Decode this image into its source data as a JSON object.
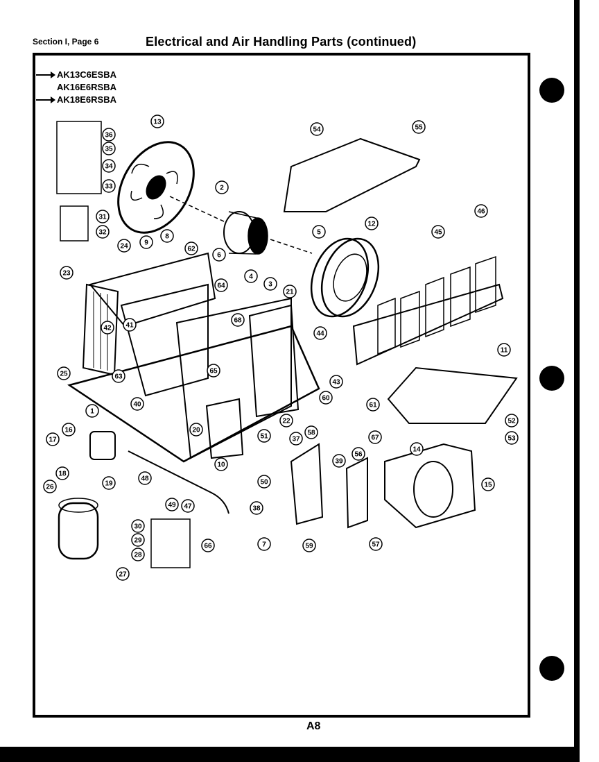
{
  "header": {
    "section": "Section I, Page 6",
    "title": "Electrical and Air Handling Parts (continued)"
  },
  "models": [
    {
      "label": "AK13C6ESBA",
      "arrow": true
    },
    {
      "label": "AK16E6RSBA",
      "arrow": false
    },
    {
      "label": "AK18E6RSBA",
      "arrow": true
    }
  ],
  "page_number": "A8",
  "callouts": [
    "1",
    "2",
    "3",
    "4",
    "5",
    "6",
    "7",
    "8",
    "9",
    "10",
    "11",
    "12",
    "13",
    "14",
    "15",
    "16",
    "17",
    "18",
    "19",
    "20",
    "21",
    "22",
    "23",
    "24",
    "25",
    "26",
    "27",
    "28",
    "29",
    "30",
    "31",
    "32",
    "33",
    "34",
    "35",
    "36",
    "37",
    "38",
    "39",
    "40",
    "41",
    "42",
    "43",
    "44",
    "45",
    "46",
    "47",
    "48",
    "49",
    "50",
    "51",
    "52",
    "53",
    "54",
    "55",
    "56",
    "57",
    "58",
    "59",
    "60",
    "61",
    "62",
    "63",
    "64",
    "65",
    "66",
    "67",
    "68"
  ]
}
